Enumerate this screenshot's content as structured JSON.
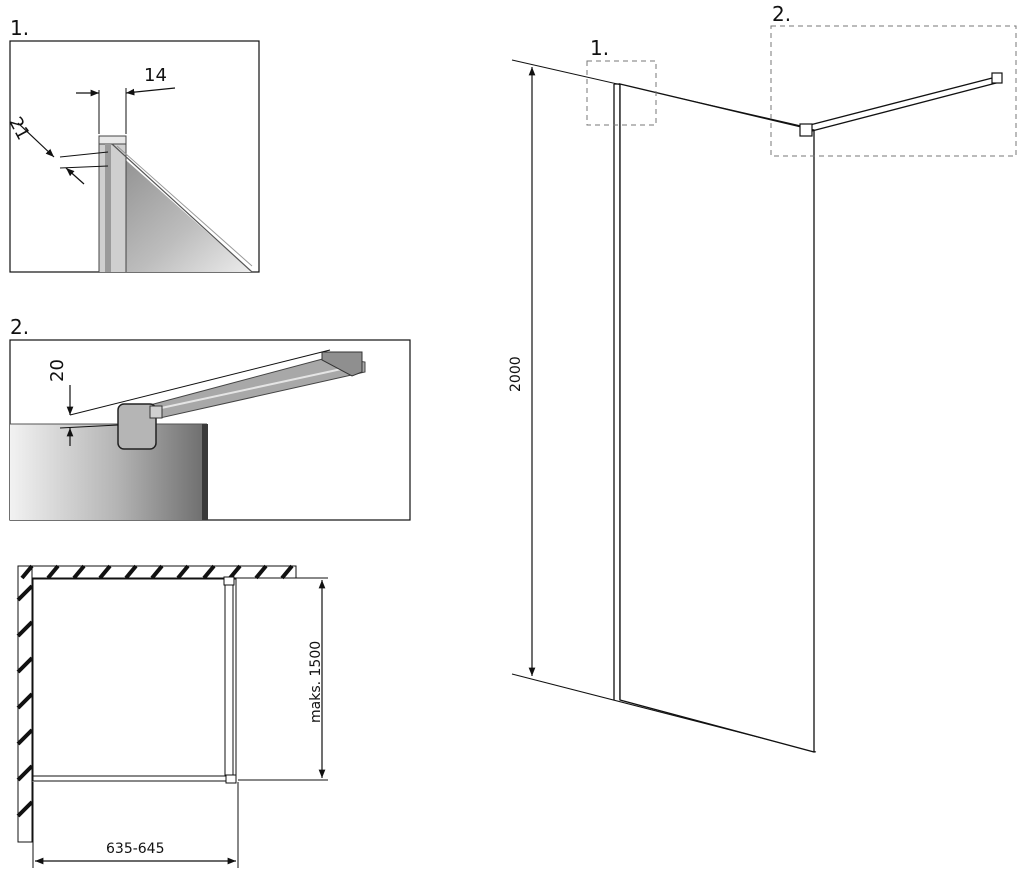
{
  "detail1": {
    "label": "1.",
    "dim_width": "14",
    "dim_gap": "21"
  },
  "detail2": {
    "label": "2.",
    "dim_height": "20"
  },
  "plan": {
    "dim_width": "635-645",
    "dim_depth": "maks. 1500"
  },
  "main": {
    "callout1": "1.",
    "callout2": "2.",
    "dim_height": "2000"
  }
}
